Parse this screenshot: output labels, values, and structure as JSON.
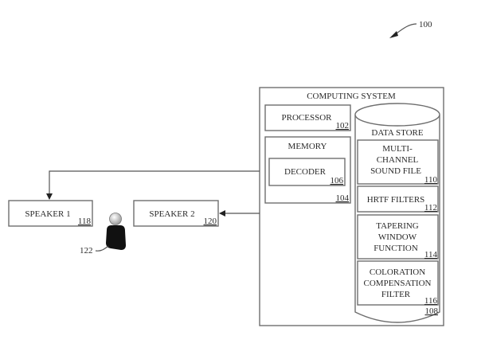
{
  "figure": {
    "ref": "100",
    "computing_system": {
      "label": "COMPUTING SYSTEM"
    },
    "processor": {
      "label": "PROCESSOR",
      "ref": "102"
    },
    "memory": {
      "label": "MEMORY",
      "ref": "104"
    },
    "decoder": {
      "label": "DECODER",
      "ref": "106"
    },
    "data_store": {
      "label": "DATA STORE",
      "ref": "108",
      "items": [
        {
          "lines": [
            "MULTI-",
            "CHANNEL",
            "SOUND FILE"
          ],
          "ref": "110"
        },
        {
          "lines": [
            "HRTF FILTERS"
          ],
          "ref": "112"
        },
        {
          "lines": [
            "TAPERING",
            "WINDOW",
            "FUNCTION"
          ],
          "ref": "114"
        },
        {
          "lines": [
            "COLORATION",
            "COMPENSATION",
            "FILTER"
          ],
          "ref": "116"
        }
      ]
    },
    "speaker1": {
      "label": "SPEAKER 1",
      "ref": "118"
    },
    "speaker2": {
      "label": "SPEAKER 2",
      "ref": "120"
    },
    "listener": {
      "ref": "122"
    }
  }
}
